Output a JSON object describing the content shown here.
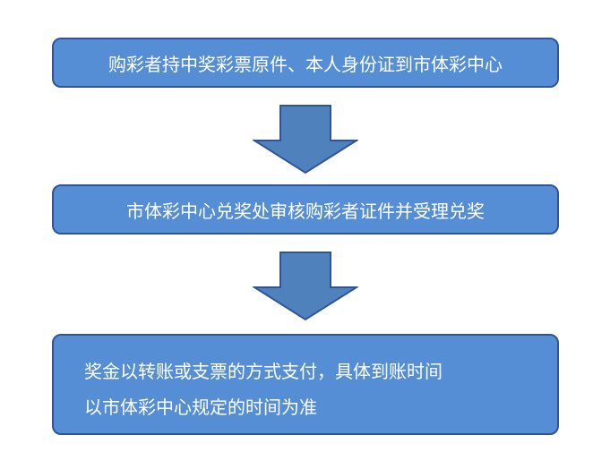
{
  "steps": [
    {
      "text": "购彩者持中奖彩票原件、本人身份证到市体彩中心"
    },
    {
      "text": "市体彩中心兑奖处审核购彩者证件并受理兑奖"
    },
    {
      "lines": [
        "奖金以转账或支票的方式支付，具体到账时间",
        "以市体彩中心规定的时间为准"
      ]
    }
  ],
  "colors": {
    "box_fill": "#558ed5",
    "box_border": "#2f5597",
    "arrow_fill": "#4f81bd",
    "arrow_border": "#2f5597"
  }
}
